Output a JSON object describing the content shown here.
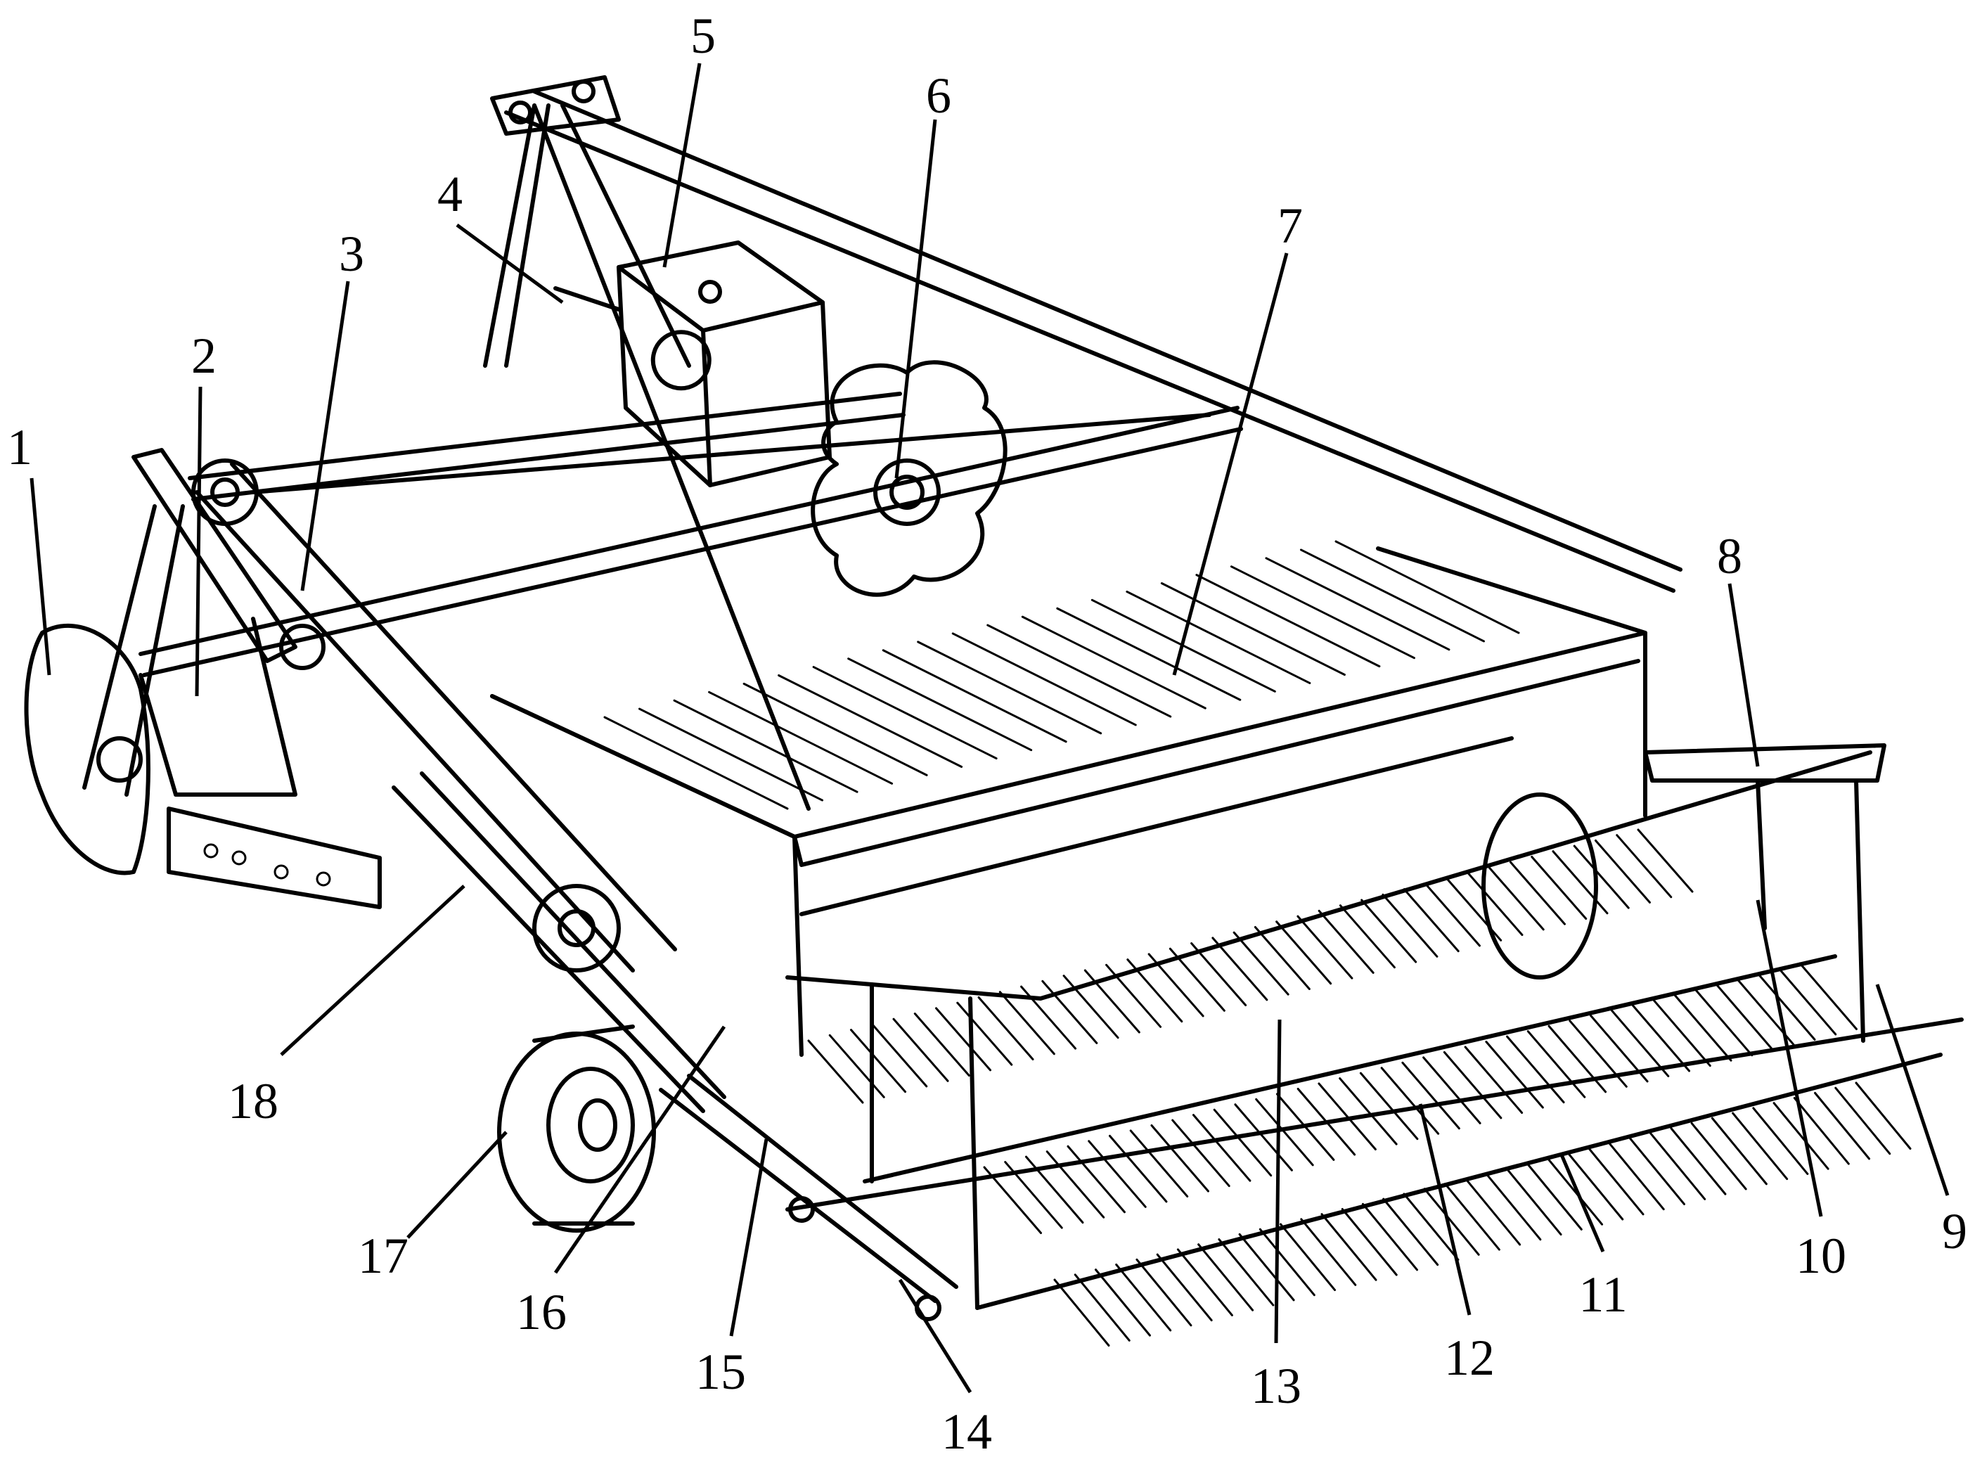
{
  "figure": {
    "callouts": [
      "1",
      "2",
      "3",
      "4",
      "5",
      "6",
      "7",
      "8",
      "9",
      "10",
      "11",
      "12",
      "13",
      "14",
      "15",
      "16",
      "17",
      "18"
    ],
    "colors": {
      "line": "#000000",
      "background": "#ffffff"
    }
  }
}
